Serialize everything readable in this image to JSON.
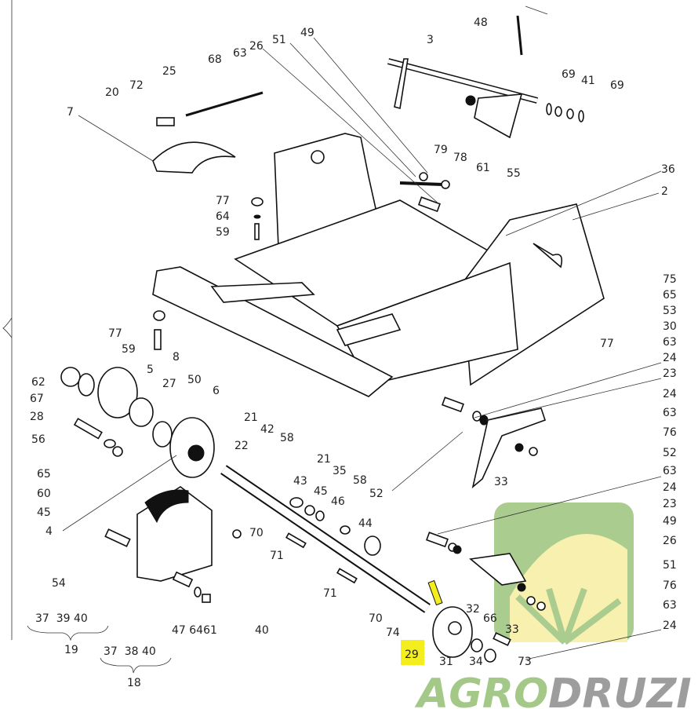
{
  "diagram": {
    "callouts": [
      "68",
      "63",
      "26",
      "51",
      "49",
      "3",
      "48",
      "25",
      "72",
      "20",
      "7",
      "69",
      "41",
      "69",
      "79",
      "78",
      "61",
      "55",
      "36",
      "2",
      "77",
      "64",
      "59",
      "75",
      "65",
      "53",
      "30",
      "77",
      "63",
      "77",
      "59",
      "8",
      "24",
      "23",
      "62",
      "5",
      "27",
      "50",
      "6",
      "67",
      "28",
      "24",
      "63",
      "21",
      "42",
      "58",
      "56",
      "76",
      "52",
      "33",
      "21",
      "35",
      "58",
      "52",
      "22",
      "65",
      "60",
      "45",
      "4",
      "43",
      "45",
      "46",
      "44",
      "70",
      "71",
      "40",
      "71",
      "54",
      "37  39 40",
      "19",
      "47 6461",
      "37  38 40",
      "18",
      "63",
      "24",
      "23",
      "49",
      "26",
      "51",
      "76",
      "63",
      "24",
      "70",
      "74",
      "29",
      "32",
      "66",
      "33",
      "31",
      "34",
      "73"
    ],
    "highlighted_callout": "29",
    "highlight_color": "#f5ee1e"
  },
  "watermark": {
    "part1": "AGRO",
    "part2": "DRUZI",
    "color1": "#8dbb6a",
    "color2": "#8c8c8c",
    "logo_bg": "#9cc47c",
    "logo_sun": "#f6eea0"
  }
}
